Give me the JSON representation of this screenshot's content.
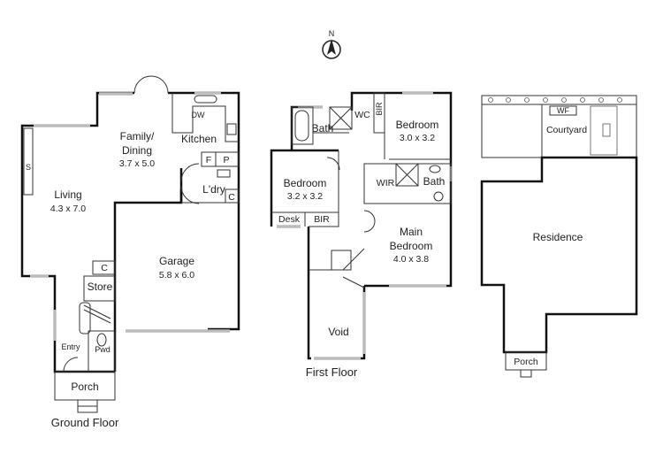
{
  "compass": {
    "label": "N"
  },
  "ground_floor": {
    "caption": "Ground Floor",
    "rooms": {
      "family_dining": {
        "name_line1": "Family/",
        "name_line2": "Dining",
        "size": "3.7 x 5.0"
      },
      "kitchen": {
        "name": "Kitchen"
      },
      "dishwasher": "DW",
      "living": {
        "name": "Living",
        "size": "4.3 x 7.0"
      },
      "storage_s": "S",
      "fridge": "F",
      "pantry": "P",
      "laundry": {
        "name": "L'dry"
      },
      "laundry_cupboard": "C",
      "garage": {
        "name": "Garage",
        "size": "5.8 x 6.0"
      },
      "store_cupboard": "C",
      "store": "Store",
      "entry": "Entry",
      "powder": "Pwd",
      "porch": "Porch"
    }
  },
  "first_floor": {
    "caption": "First Floor",
    "rooms": {
      "bath1": "Bath",
      "wc": "WC",
      "bir1": "BIR",
      "bedroom2": {
        "name": "Bedroom",
        "size": "3.0 x 3.2"
      },
      "bedroom3": {
        "name": "Bedroom",
        "size": "3.2 x 3.2"
      },
      "desk": "Desk",
      "bir2": "BIR",
      "wir": "WIR",
      "bath2": "Bath",
      "main_bedroom": {
        "name_line1": "Main",
        "name_line2": "Bedroom",
        "size": "4.0 x 3.8"
      },
      "void": "Void"
    }
  },
  "site": {
    "wf": "WF",
    "courtyard": "Courtyard",
    "residence": "Residence",
    "porch": "Porch"
  }
}
